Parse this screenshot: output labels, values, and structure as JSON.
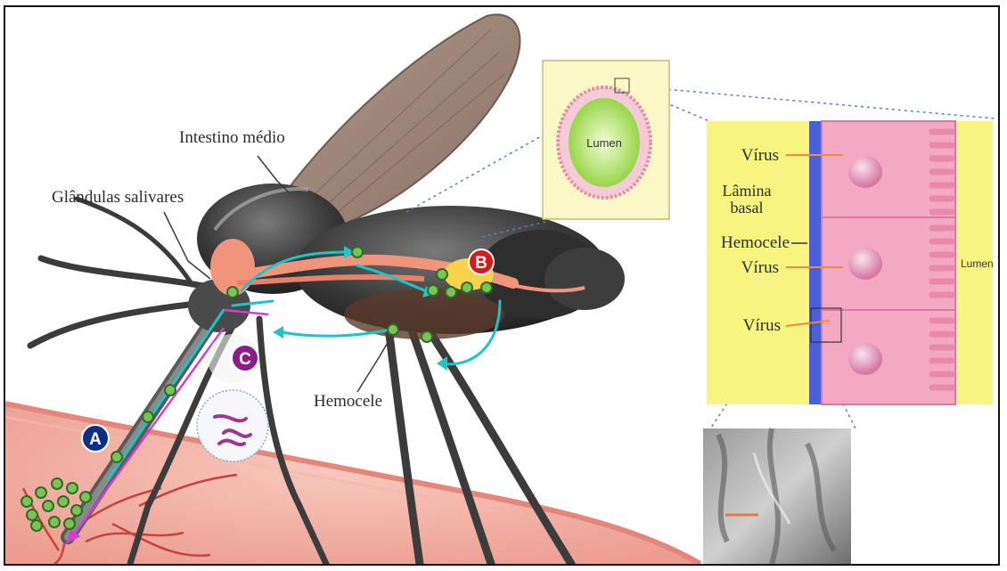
{
  "labels": {
    "intestino": "Intestino médio",
    "glandulas": "Glândulas salivares",
    "hemocele": "Hemocele",
    "lumen_inset": "Lumen",
    "virus_1": "Vírus",
    "lamina_1": "Lâmina",
    "lamina_2": "basal",
    "hemocele_panel": "Hemocele",
    "virus_2": "Vírus",
    "virus_3": "Vírus",
    "lumen_panel": "Lumen"
  },
  "markers": {
    "a": "A",
    "b": "B",
    "c": "C"
  },
  "colors": {
    "marker_a": "#0d2f86",
    "marker_b": "#d91a1a",
    "marker_c": "#8a1e8a",
    "arrow_cyan": "#1fc4c4",
    "arrow_magenta": "#d13fd1",
    "virus_green": "#6db84a",
    "panel_yellow": "#f7f57f",
    "basal_blue": "#4a5fd8",
    "cell_pink": "#f4a9c3"
  }
}
